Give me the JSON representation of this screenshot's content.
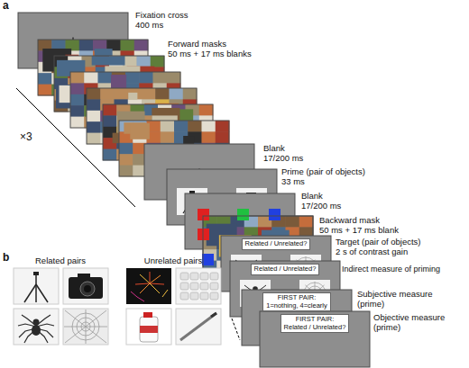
{
  "diagram": {
    "nodes": [
      {
        "text": [
          "Related / Unrelated?"
        ]
      },
      {
        "text": [
          "Related / Unrelated?"
        ]
      },
      {
        "text": [
          "FIRST PAIR:",
          "1=nothing, 4=clearly"
        ]
      },
      {
        "text": [
          "FIRST PAIR:",
          "Related / Unrelated?"
        ]
      }
    ],
    "labels": [
      "a",
      "Fixation cross",
      "400 ms",
      "Forward masks",
      "50 ms + 17 ms blanks",
      "×3",
      "Blank",
      "17/200 ms",
      "Prime (pair of objects)",
      "33 ms",
      "Blank",
      "17/200 ms",
      "Backward mask",
      "50 ms + 17 ms blank",
      "Target (pair of objects)",
      "2 s of contrast gain",
      "Indirect measure of priming",
      "Subjective measure",
      "(prime)",
      "Objective measure",
      "(prime)",
      "b",
      "Related pairs",
      "Unrelated pairs"
    ]
  }
}
